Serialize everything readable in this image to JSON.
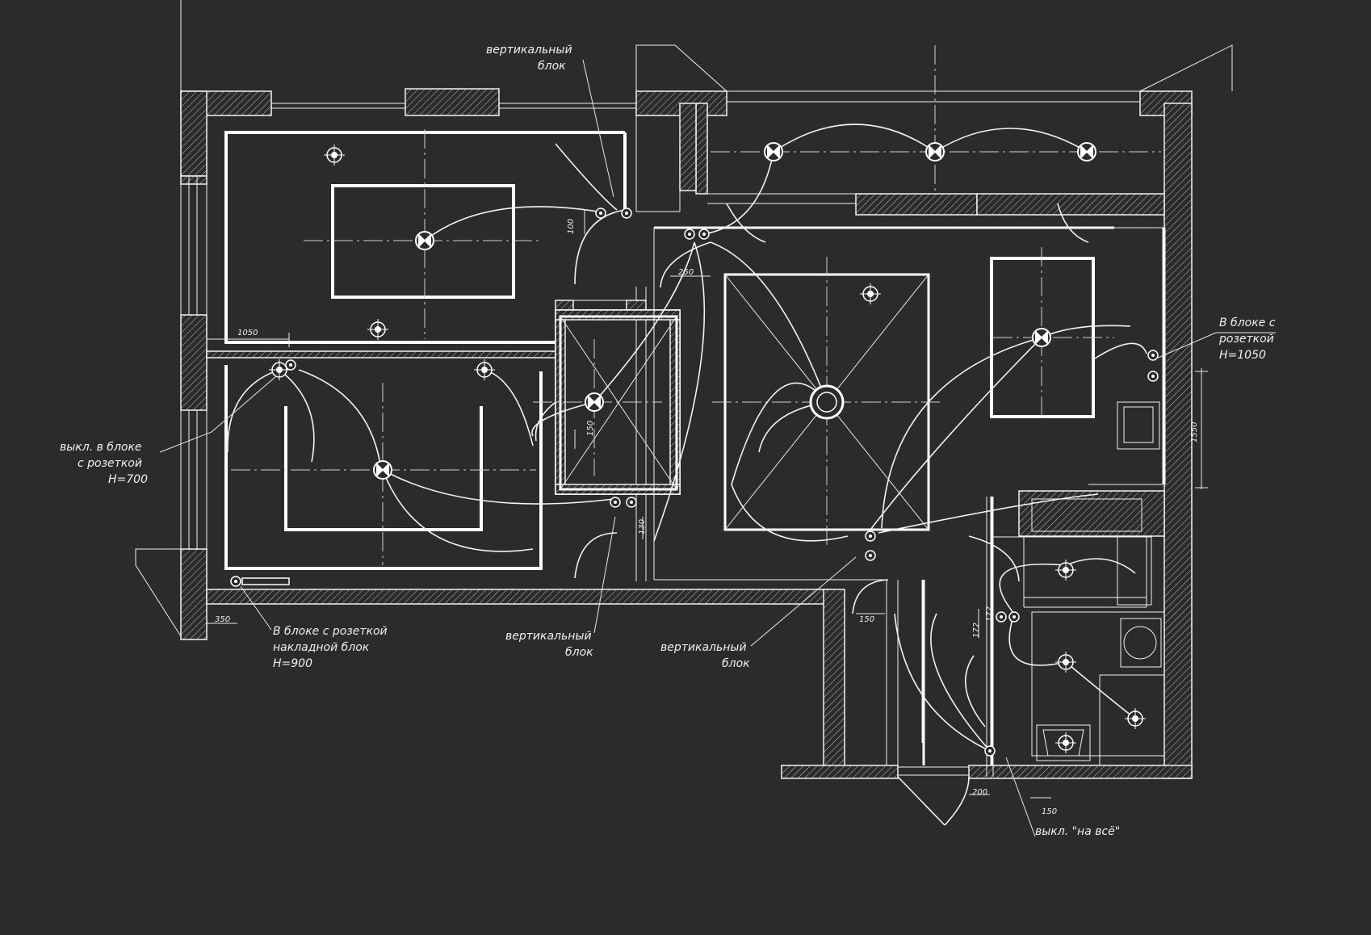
{
  "colors": {
    "background": "#2b2b2b",
    "lines": "#f2f2f2"
  },
  "annotations": {
    "vertical_block_top_l1": "вертикальный",
    "vertical_block_top_l2": "блок",
    "switch_socket_l1": "выкл. в блоке",
    "switch_socket_l2": "с розеткой",
    "switch_socket_l3": "H=700",
    "overlay_block_l1": "В блоке с розеткой",
    "overlay_block_l2": "накладной блок",
    "overlay_block_l3": "H=900",
    "vertical_block_mid_l1": "вертикальный",
    "vertical_block_mid_l2": "блок",
    "vertical_block_right_l1": "вертикальный",
    "vertical_block_right_l2": "блок",
    "block_socket_right_l1": "В блоке с",
    "block_socket_right_l2": "розеткой",
    "block_socket_right_l3": "H=1050",
    "master_switch": "выкл. \"на всё\""
  },
  "dimensions": {
    "d1050": "1050",
    "d100": "100",
    "d250": "250",
    "d150_a": "150",
    "d130": "130",
    "d350": "350",
    "d150_b": "150",
    "d1550": "1550",
    "d172_a": "172",
    "d172_b": "172",
    "d200": "200",
    "d150_c": "150"
  },
  "icons": [
    "ceiling-light-icon",
    "spot-light-icon",
    "switch-icon",
    "socket-icon",
    "door-swing-icon"
  ]
}
